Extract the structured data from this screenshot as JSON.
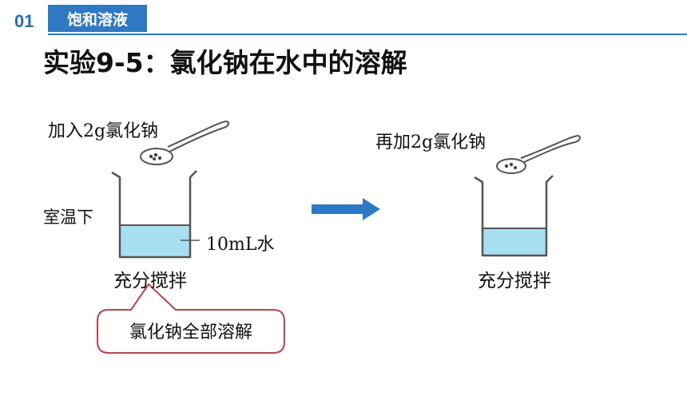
{
  "header": {
    "section_number": "01",
    "section_title": "饱和溶液",
    "accent_color": "#2f78c4"
  },
  "slide": {
    "title": "实验9-5：氯化钠在水中的溶解"
  },
  "left_setup": {
    "add_label": "加入2g氯化钠",
    "temperature_label": "室温下",
    "water_label": "10mL水",
    "stir_label": "充分搅拌",
    "result_callout": "氯化钠全部溶解"
  },
  "right_setup": {
    "add_label": "再加2g氯化钠",
    "stir_label": "充分搅拌"
  },
  "icons": [
    "spoon-icon",
    "beaker-icon",
    "arrow-right-icon"
  ],
  "colors": {
    "water": "#a8dff0",
    "arrow": "#2f78c4",
    "callout_border": "#b5454b"
  }
}
